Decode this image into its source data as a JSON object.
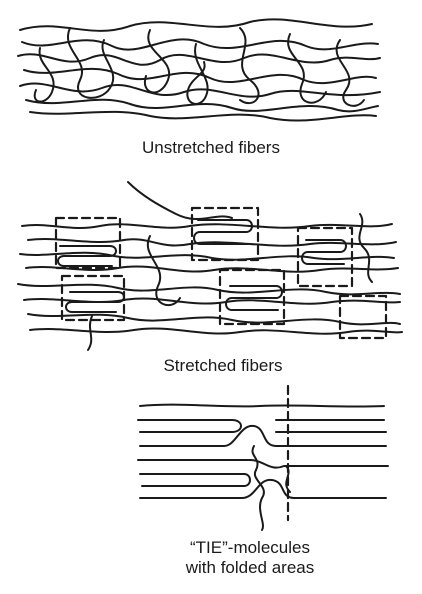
{
  "figure": {
    "captions": {
      "unstretched": "Unstretched fibers",
      "stretched": "Stretched fibers",
      "tie_line1": "“TIE”-molecules",
      "tie_line2": "with folded areas"
    }
  }
}
